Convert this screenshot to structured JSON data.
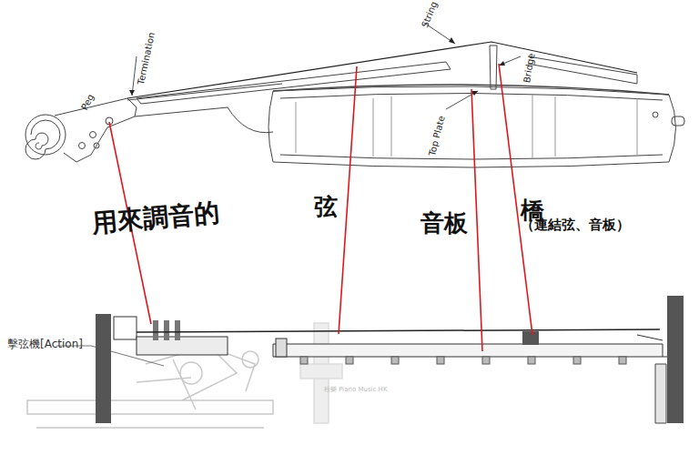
{
  "diagram": {
    "labels": [
      "Peg",
      "Termination",
      "String",
      "Bridge",
      "Top Plate",
      "用來調音的",
      "弦",
      "音板",
      "橋",
      "（連結弦、音板）",
      "擊弦機[Action]",
      "粉樂 Piano Music.HK"
    ]
  }
}
